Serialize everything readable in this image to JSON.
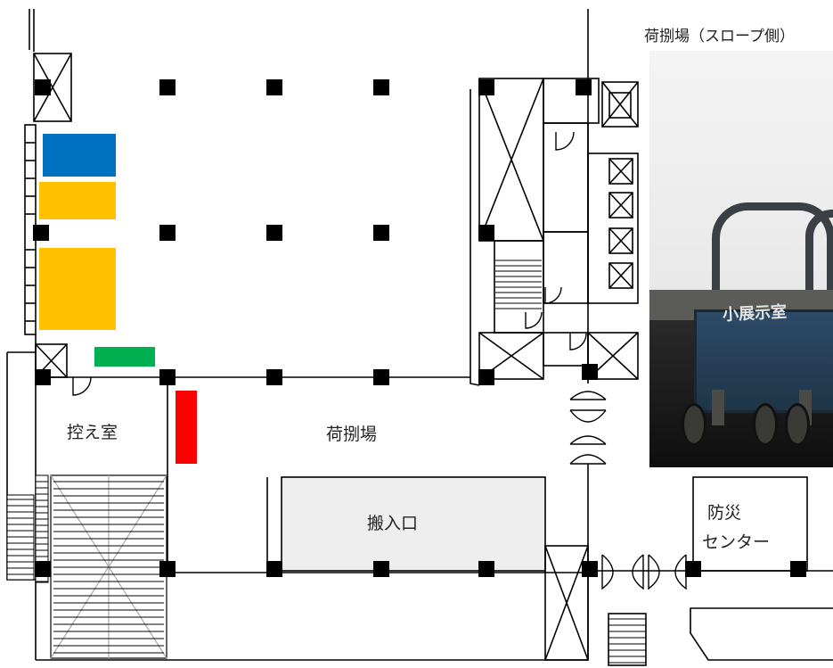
{
  "photo": {
    "caption": "荷捌場（スロープ側）",
    "cart_label": "小展示室"
  },
  "labels": {
    "waiting_room": "控え室",
    "loading_area": "荷捌場",
    "entrance": "搬入口",
    "disaster_center_line1": "防災",
    "disaster_center_line2": "センター"
  },
  "markers": {
    "blue": "#0070c0",
    "yellow": "#ffc000",
    "green": "#00b050",
    "red": "#ff0000"
  },
  "colors": {
    "wall": "#000000",
    "column": "#000000",
    "entrance_fill": "#eeeeee",
    "diagonal": "#aaaaaa"
  },
  "icons": [
    "door-swing-icon",
    "elevator-x-icon",
    "stairs-icon",
    "revolving-door-icon"
  ]
}
